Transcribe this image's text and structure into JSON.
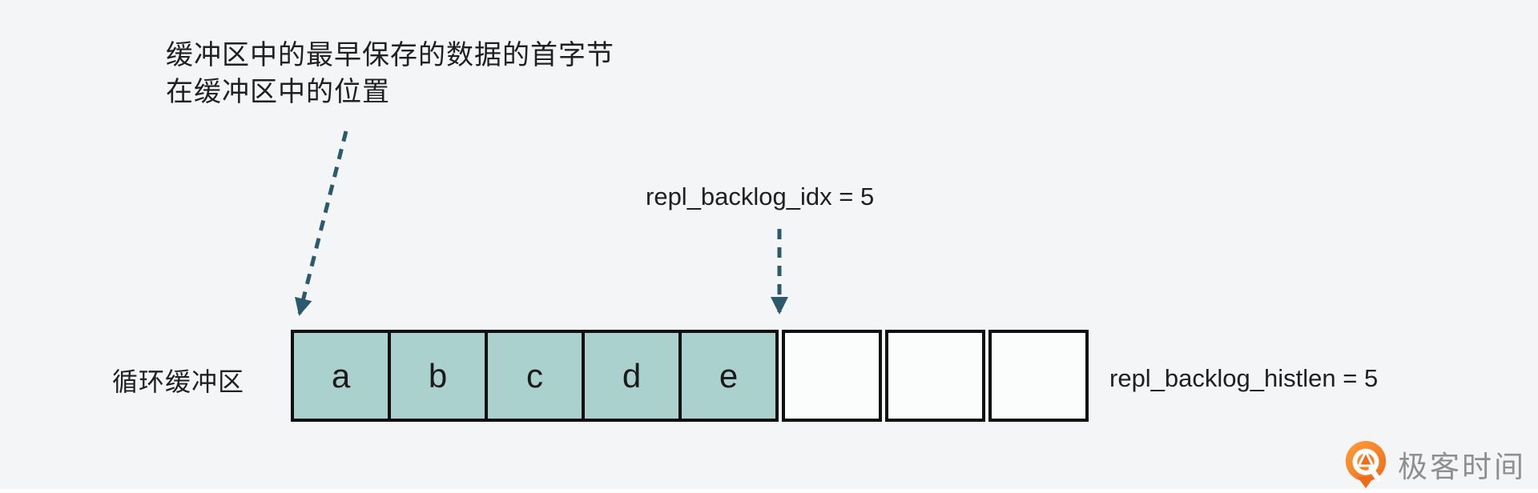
{
  "annotation": {
    "line1": "缓冲区中的最早保存的数据的首字节",
    "line2": "在缓冲区中的位置"
  },
  "pointers": {
    "idx_label": "repl_backlog_idx = 5",
    "histlen_label": "repl_backlog_histlen = 5"
  },
  "buffer": {
    "label": "循环缓冲区",
    "cells": [
      {
        "label": "a",
        "state": "filled"
      },
      {
        "label": "b",
        "state": "filled"
      },
      {
        "label": "c",
        "state": "filled"
      },
      {
        "label": "d",
        "state": "filled"
      },
      {
        "label": "e",
        "state": "filled"
      },
      {
        "label": "",
        "state": "empty"
      },
      {
        "label": "",
        "state": "empty"
      },
      {
        "label": "",
        "state": "empty"
      }
    ]
  },
  "logo": {
    "text": "极客时间",
    "icon": "geektime-pin-icon"
  },
  "colors": {
    "background": "#f4f5f7",
    "text": "#202020",
    "cell_filled": "#abd1ce",
    "cell_empty": "#fbfdfd",
    "cell_border": "#101010",
    "arrow": "#2a5a6b",
    "logo_orange": "#ee7a22",
    "logo_text": "#8f8f8f"
  }
}
